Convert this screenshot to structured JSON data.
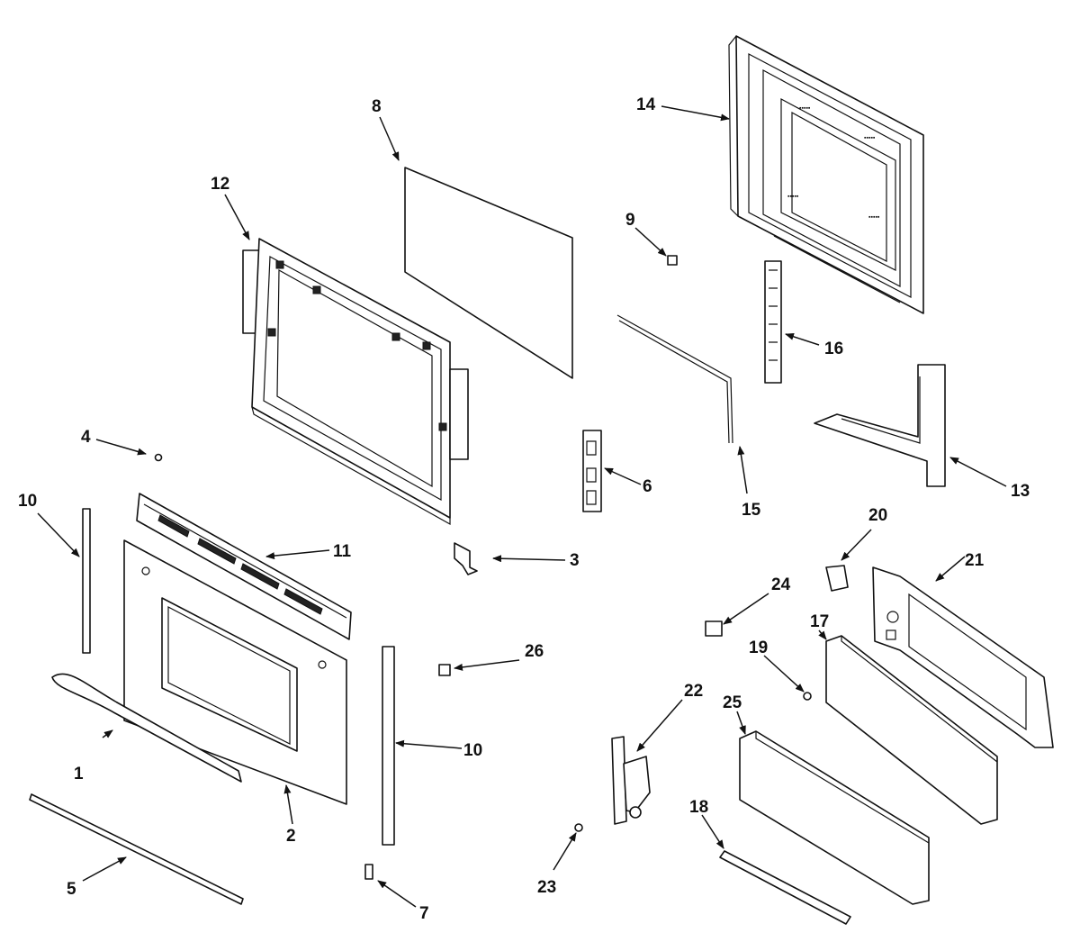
{
  "callouts": [
    {
      "id": "c1",
      "text": "1"
    },
    {
      "id": "c2",
      "text": "2"
    },
    {
      "id": "c3",
      "text": "3"
    },
    {
      "id": "c4",
      "text": "4"
    },
    {
      "id": "c5",
      "text": "5"
    },
    {
      "id": "c6",
      "text": "6"
    },
    {
      "id": "c7",
      "text": "7"
    },
    {
      "id": "c8",
      "text": "8"
    },
    {
      "id": "c9",
      "text": "9"
    },
    {
      "id": "c10a",
      "text": "10"
    },
    {
      "id": "c10b",
      "text": "10"
    },
    {
      "id": "c11",
      "text": "11"
    },
    {
      "id": "c12",
      "text": "12"
    },
    {
      "id": "c13",
      "text": "13"
    },
    {
      "id": "c14",
      "text": "14"
    },
    {
      "id": "c15",
      "text": "15"
    },
    {
      "id": "c16",
      "text": "16"
    },
    {
      "id": "c17",
      "text": "17"
    },
    {
      "id": "c18",
      "text": "18"
    },
    {
      "id": "c19",
      "text": "19"
    },
    {
      "id": "c20",
      "text": "20"
    },
    {
      "id": "c21",
      "text": "21"
    },
    {
      "id": "c22",
      "text": "22"
    },
    {
      "id": "c23",
      "text": "23"
    },
    {
      "id": "c24",
      "text": "24"
    },
    {
      "id": "c25",
      "text": "25"
    },
    {
      "id": "c26",
      "text": "26"
    }
  ]
}
